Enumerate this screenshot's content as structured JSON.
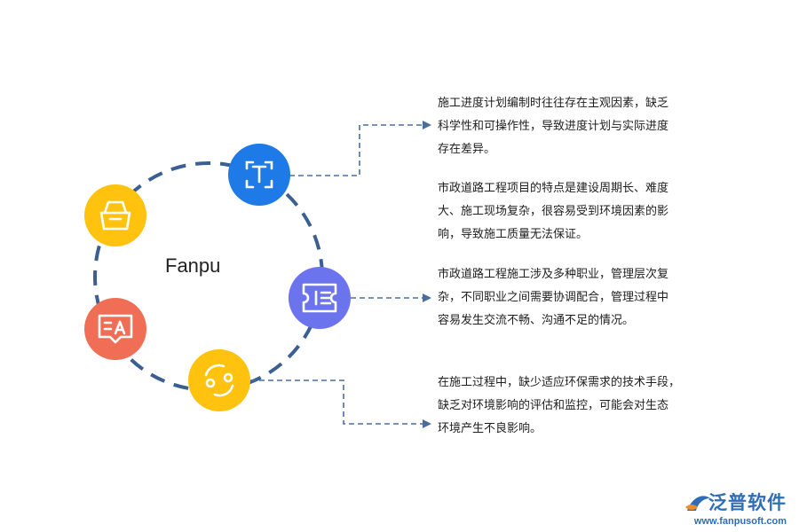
{
  "center_label": "Fanpu",
  "paragraphs": [
    {
      "lines": [
        "施工进度计划编制时往往存在主观因素，缺乏",
        "科学性和可操作性，导致进度计划与实际进度",
        "存在差异。"
      ]
    },
    {
      "lines": [
        "市政道路工程项目的特点是建设周期长、难度",
        "大、施工现场复杂，很容易受到环境因素的影",
        "响，导致施工质量无法保证。"
      ]
    },
    {
      "lines": [
        "市政道路工程施工涉及多种职业，管理层次复",
        "杂，不同职业之间需要协调配合，管理过程中",
        "容易发生交流不畅、沟通不足的情况。"
      ]
    },
    {
      "lines": [
        "在施工过程中，缺少适应环保需求的技术手段，",
        "缺乏对环境影响的评估和监控，可能会对生态",
        "环境产生不良影响。"
      ]
    }
  ],
  "nodes": [
    {
      "icon": "text-box-icon",
      "color": "#1e7ae6"
    },
    {
      "icon": "basket-icon",
      "color": "#ffc20e"
    },
    {
      "icon": "list-ticket-icon",
      "color": "#6b74ec"
    },
    {
      "icon": "translate-icon",
      "color": "#f06e55"
    },
    {
      "icon": "exchange-icon",
      "color": "#ffc20e"
    }
  ],
  "ring_color": "#3b5f93",
  "connector_color": "#4a6f9e",
  "brand": {
    "name": "泛普软件",
    "url": "www.fanpusoft.com"
  }
}
